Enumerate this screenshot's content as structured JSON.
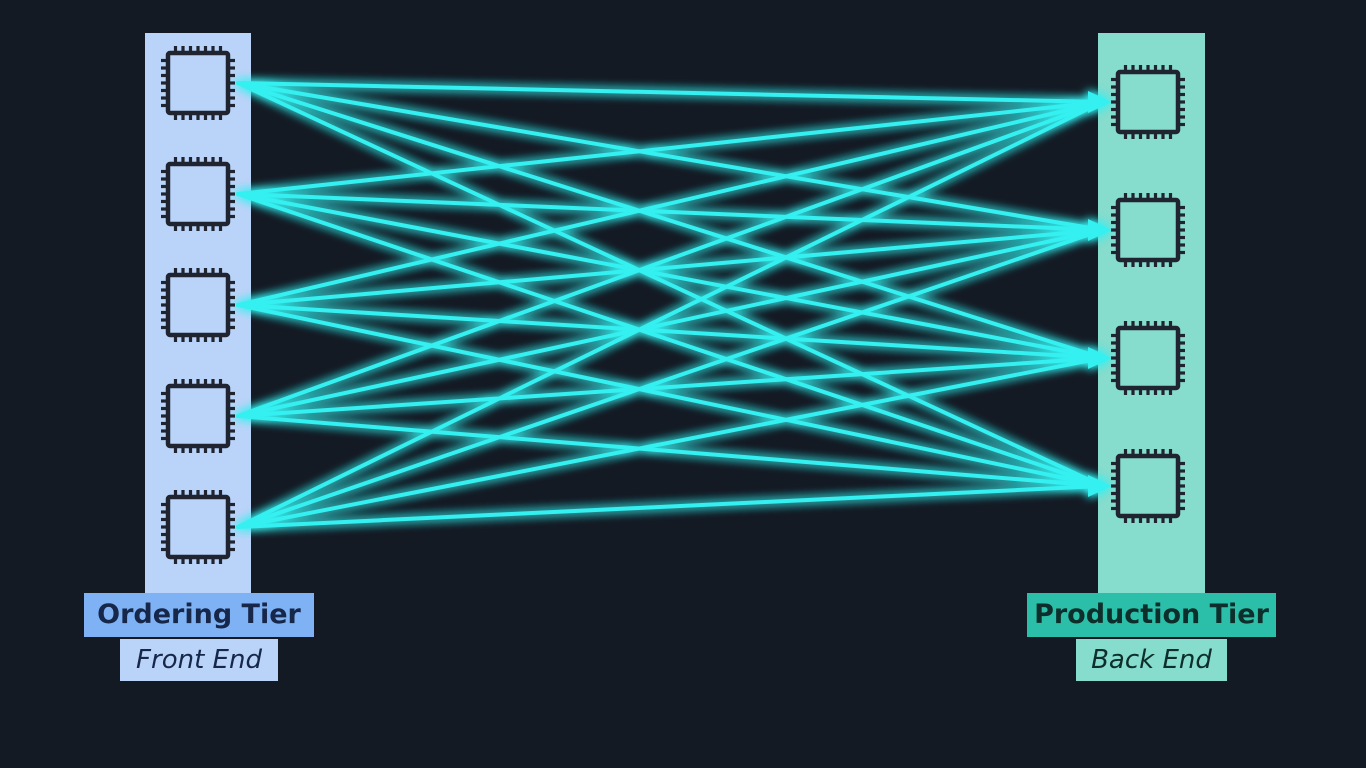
{
  "colors": {
    "background": "#141a24",
    "front_tier_column": "#bad3f8",
    "back_tier_column": "#86dccd",
    "front_title_bg": "#7fb2f5",
    "back_title_bg": "#2bbfaa",
    "connection": "#35f0f0",
    "chip_icon": "#1f2430"
  },
  "front_end": {
    "title": "Ordering Tier",
    "subtitle": "Front End",
    "node_count": 5,
    "node_icon": "cpu-chip-icon"
  },
  "back_end": {
    "title": "Production Tier",
    "subtitle": "Back End",
    "node_count": 4,
    "node_icon": "cpu-chip-icon"
  },
  "connections": "all-to-all"
}
